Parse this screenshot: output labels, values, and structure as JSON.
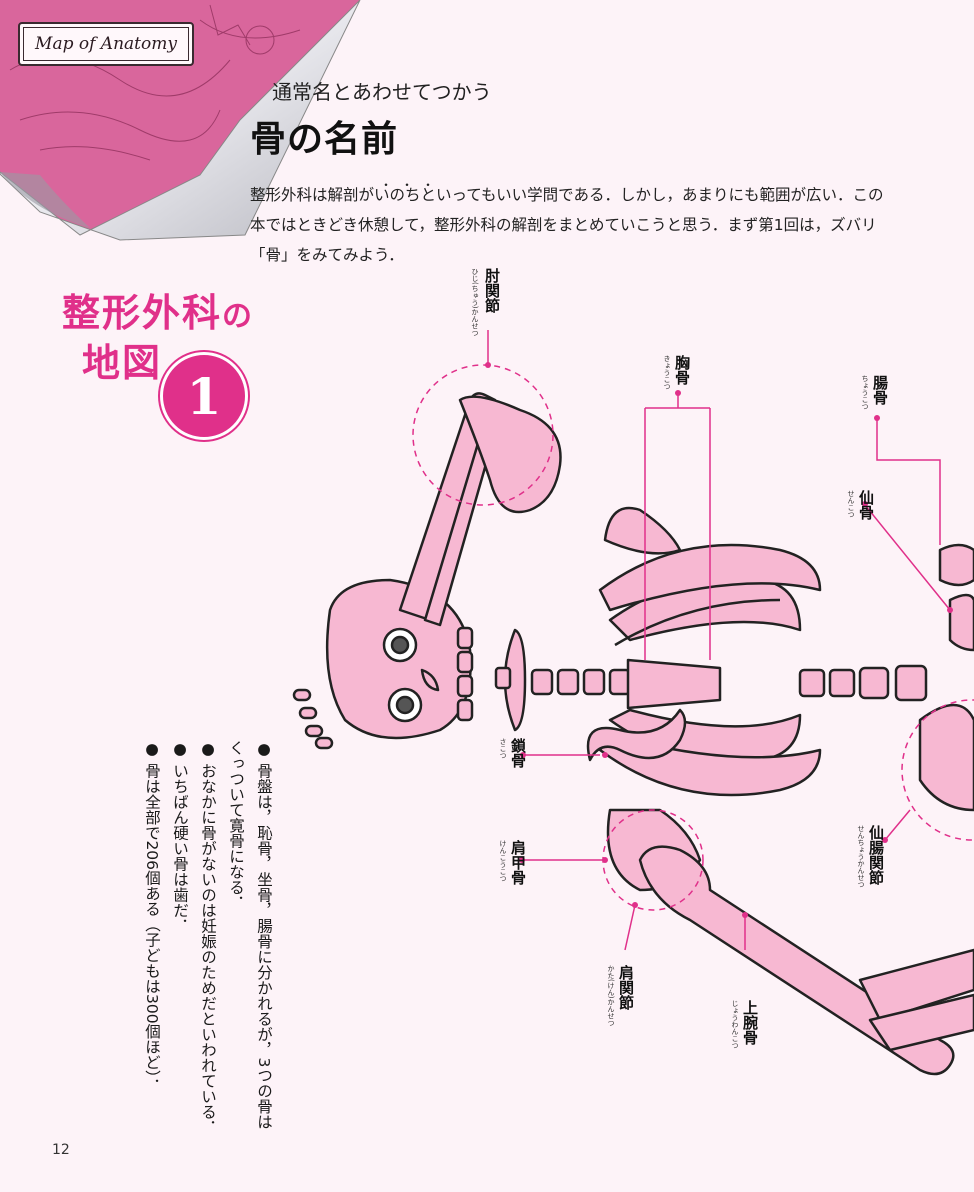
{
  "header": {
    "badge": "Map of Anatomy",
    "subtitle": "通常名とあわせてつかう",
    "title": "骨の名前"
  },
  "intro": {
    "text": "整形外科は解剖がいのちといってもいい学問である．しかし，あまりにも範囲が広い．この本ではときどき休憩して，整形外科の解剖をまとめていこうと思う．まず第1回は，ズバリ「骨」をみてみよう．",
    "emphasis_dots": "・・・"
  },
  "series": {
    "line1": "整形外科",
    "particle": "の",
    "line2": "地図",
    "number": "1"
  },
  "bullets": [
    "骨は全部で206個ある（子どもは300個ほど）．",
    "いちばん硬い骨は歯だ．",
    "おなかに骨がないのは妊娠のためだといわれている．",
    "骨盤は，恥骨，坐骨，腸骨に分かれるが，3つの骨はくっついて寛骨になる．"
  ],
  "labels": {
    "elbow": {
      "text": "肘関節",
      "ruby": "ひじ(ちゅう)かんせつ"
    },
    "sternum": {
      "text": "胸骨",
      "ruby": "きょうこつ"
    },
    "ilium": {
      "text": "腸骨",
      "ruby": "ちょうこつ"
    },
    "sacrum": {
      "text": "仙骨",
      "ruby": "せんこつ"
    },
    "clavicle": {
      "text": "鎖骨",
      "ruby": "さこつ"
    },
    "scapula": {
      "text": "肩甲骨",
      "ruby": "けんこうこつ"
    },
    "sacroiliac": {
      "text": "仙腸関節",
      "ruby": "せんちょうかんせつ"
    },
    "shoulder": {
      "text": "肩関節",
      "ruby": "かた(けん)かんせつ"
    },
    "humerus": {
      "text": "上腕骨",
      "ruby": "じょうわんこつ"
    }
  },
  "page_number": "12",
  "colors": {
    "accent": "#e0308a",
    "bone": "#f7b8d2",
    "outline": "#222222",
    "background": "#fdf3f8"
  }
}
